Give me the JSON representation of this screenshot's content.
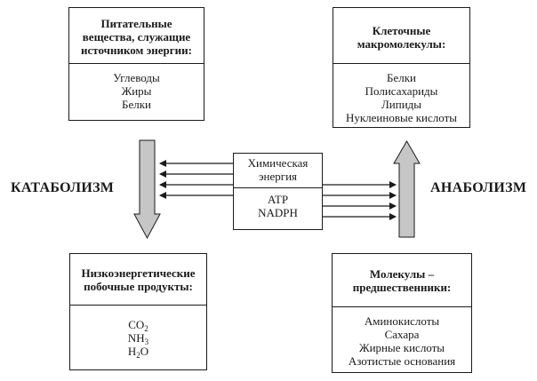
{
  "nutrients": {
    "title": "Питательные вещества, служащие источником энергии:",
    "items": [
      "Углеводы",
      "Жиры",
      "Белки"
    ]
  },
  "macromolecules": {
    "title": "Клеточные макромолекулы:",
    "items": [
      "Белки",
      "Полисахариды",
      "Липиды",
      "Нуклеиновые кислоты"
    ]
  },
  "low_energy": {
    "title": "Низкоэнергетические побочные продукты:",
    "items": [
      {
        "base": "CO",
        "sub": "2",
        "rest": ""
      },
      {
        "base": "NH",
        "sub": "3",
        "rest": ""
      },
      {
        "base": "H",
        "sub": "2",
        "rest": "O"
      }
    ]
  },
  "precursors": {
    "title": "Молекулы – предшественники:",
    "items": [
      "Аминокислоты",
      "Сахара",
      "Жирные кислоты",
      "Азотистые основания"
    ]
  },
  "center": {
    "top": "Химическая энергия",
    "bottom": [
      "ATP",
      "NADPH"
    ]
  },
  "labels": {
    "catabolism": "КАТАБОЛИЗМ",
    "anabolism": "АНАБОЛИЗМ"
  },
  "colors": {
    "big_arrow_fill": "#c6c6c6",
    "line": "#1a1a1a"
  }
}
